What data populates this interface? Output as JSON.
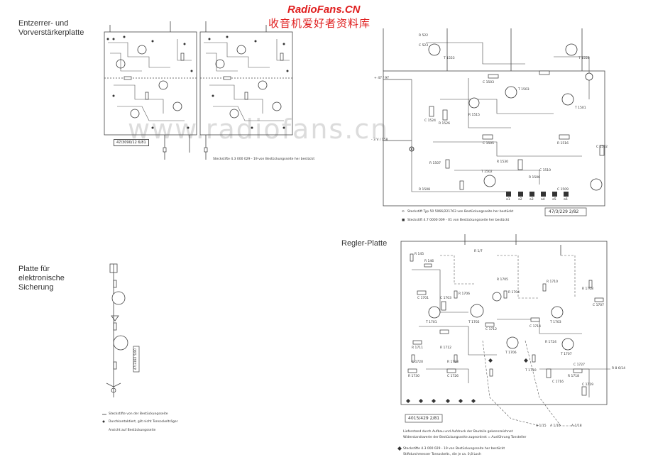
{
  "watermark": {
    "site": "RadioFans.CN",
    "subtitle": "收音机爱好者资料库",
    "ghost": "www.radiofans.cn"
  },
  "sections": {
    "entzerrer": {
      "title_line1": "Entzerrer- und",
      "title_line2": "Vorverstärkerplatte",
      "board_label": "47/3090/12 6/81",
      "note": "Steckstifte  4.3 000 029 - 19  von Bestückungsseite her bestückt"
    },
    "sicherung": {
      "title_line1": "Platte für",
      "title_line2": "elektronische",
      "title_line3": "Sicherung",
      "board_label": "47/3182 5/80",
      "legend": [
        {
          "symbol": "→",
          "text": "Steckstifte von der Bestückungsseite"
        },
        {
          "symbol": "●",
          "text": "Durchkontaktiert, gilt nicht Tonsockelträger"
        },
        {
          "symbol": "",
          "text": "Ansicht auf Bestückungsseite"
        }
      ]
    },
    "vorverstaerker_right": {
      "board_label": "47/3/229  2/82",
      "notes": [
        {
          "symbol": "⊙",
          "text": "Steckstift Typ 50 5066/221763 von Bestückungsseite her bestückt"
        },
        {
          "symbol": "■",
          "text": "Steckstift  4.7 0000 009 - 01  von Bestückungsseite her bestückt"
        }
      ],
      "voltage_labels": [
        "+ 47 / 97",
        "- 3 V / 158"
      ],
      "component_labels": [
        "R 522",
        "C 523",
        "T 1553",
        "T 1558",
        "C 1524",
        "R 1526",
        "C 1503",
        "T 1503",
        "R 1515",
        "C 1505",
        "R 1516",
        "R 1530",
        "T 1502",
        "T 1501",
        "R 1507",
        "R 1506",
        "C 1510",
        "C 1509",
        "R 1508",
        "C 1502"
      ],
      "terminal_labels": [
        "a1",
        "a2",
        "a3",
        "a4",
        "a5",
        "a6"
      ]
    },
    "regler": {
      "title": "Regler-Platte",
      "board_label": "4015/429  2/81",
      "notes": [
        "Lieferstand durch Aufbau und Aufdruck der Bauteile gekennzeichnet",
        "Widerstandswerte der Bestückungsseite zugeordnet = Ausführung Tonsteller",
        "Steckstifte  4.3 000 029 - 19  von Bestückungsseite her bestückt",
        "Stiftdurchmesser Tonsockeltr., die je ca. 0,8 Loch"
      ],
      "component_labels": [
        "R 145",
        "R 146",
        "R 1/7",
        "C 1701",
        "T 1701",
        "T 1702",
        "R 1706",
        "C 1703",
        "R 1704",
        "R 1705",
        "R 1710",
        "T 1703",
        "R 1708",
        "C 1707",
        "T 1707",
        "R 1711",
        "R 1712",
        "T 1706",
        "C 1712",
        "C 1714",
        "C 1716",
        "R 1718",
        "C 1719",
        "C 1720",
        "R 1723",
        "R 1724",
        "T 1710",
        "R 1730",
        "C 1726",
        "C 1727"
      ],
      "output_label": "R 8 6/14",
      "bottom_labels": [
        "A 1/15",
        "A 1/16",
        "A 1/18"
      ]
    }
  }
}
